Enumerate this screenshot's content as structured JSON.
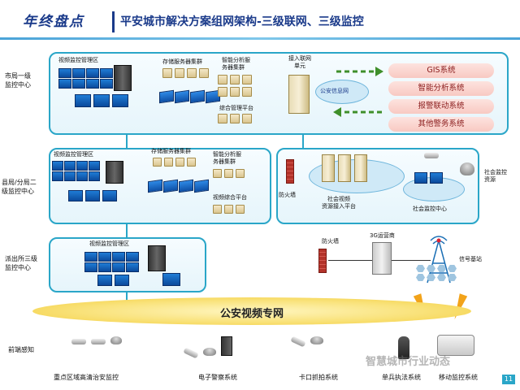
{
  "header": {
    "brand": "年终盘点",
    "title": "平安城市解决方案组网架构-三级联网、三级监控"
  },
  "tiers": {
    "city": "市局一级\n监控中心",
    "county": "县局/分局二\n级监控中心",
    "station": "派出所三级\n监控中心",
    "frontend": "前端感知"
  },
  "city_panel": {
    "video_mgmt": "视频监控管理区",
    "storage": "存储服务器集群",
    "analytics": "智能分析服\n务器集群",
    "mgmt_platform": "综合管理平台",
    "access_unit": "接入联网\n单元",
    "info_net": "公安信息网",
    "systems": [
      "GIS系统",
      "智能分析系统",
      "报警联动系统",
      "其他警务系统"
    ]
  },
  "county_panel": {
    "video_mgmt": "视频监控管理区",
    "storage": "存储服务器集群",
    "analytics": "智能分析服\n务器集群",
    "platform": "视频综合平台",
    "firewall": "防火墙",
    "social_access": "社会视频\n资源接入平台",
    "social_center": "社会监控中心",
    "social_resource": "社会监控\n资源"
  },
  "station_panel": {
    "video_mgmt": "视频监控管理区"
  },
  "network": {
    "band": "公安视频专网",
    "firewall": "防火墙",
    "operator": "3G运营商",
    "base_station": "信号基站"
  },
  "frontend": {
    "items": [
      "重点区域高清治安监控",
      "电子警察系统",
      "卡口抓拍系统",
      "单兵执法系统",
      "移动监控系统"
    ]
  },
  "watermark": "智慧城市行业动态",
  "page_number": "11"
}
